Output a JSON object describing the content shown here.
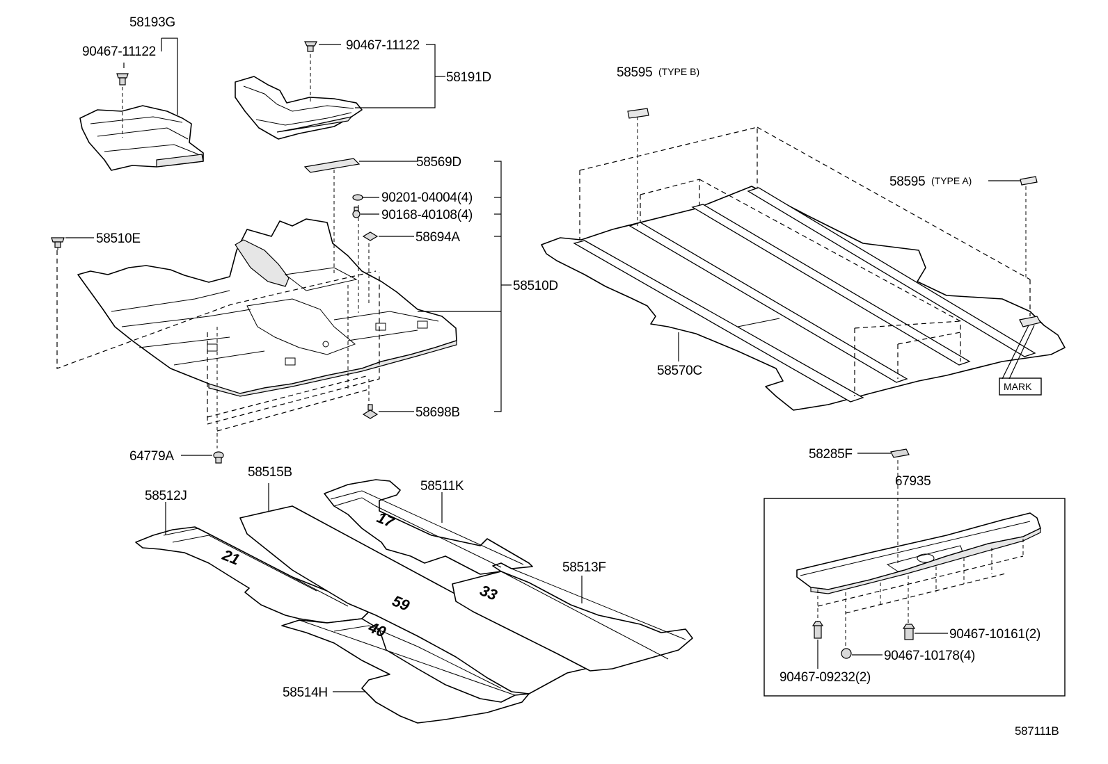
{
  "labels": {
    "p58193G": "58193G",
    "p90467_11122_a": "90467-11122",
    "p90467_11122_b": "90467-11122",
    "p58191D": "58191D",
    "p58569D": "58569D",
    "p90201": "90201-04004(4)",
    "p90168": "90168-40108(4)",
    "p58694A": "58694A",
    "p58510D": "58510D",
    "p58510E": "58510E",
    "p58698B": "58698B",
    "p64779A": "64779A",
    "p58595B": "58595",
    "p58595B_type": "(TYPE B)",
    "p58595A": "58595",
    "p58595A_type": "(TYPE A)",
    "p58570C": "58570C",
    "mark": "MARK",
    "p58285F": "58285F",
    "p67935": "67935",
    "p90467_10161": "90467-10161(2)",
    "p90467_10178": "90467-10178(4)",
    "p90467_09232": "90467-09232(2)",
    "p58515B": "58515B",
    "p58512J": "58512J",
    "p58511K": "58511K",
    "p58513F": "58513F",
    "p58514H": "58514H",
    "figure_id": "587111B"
  },
  "mat_numbers": {
    "m17": "17",
    "m21": "21",
    "m33": "33",
    "m59": "59",
    "m40": "40"
  }
}
